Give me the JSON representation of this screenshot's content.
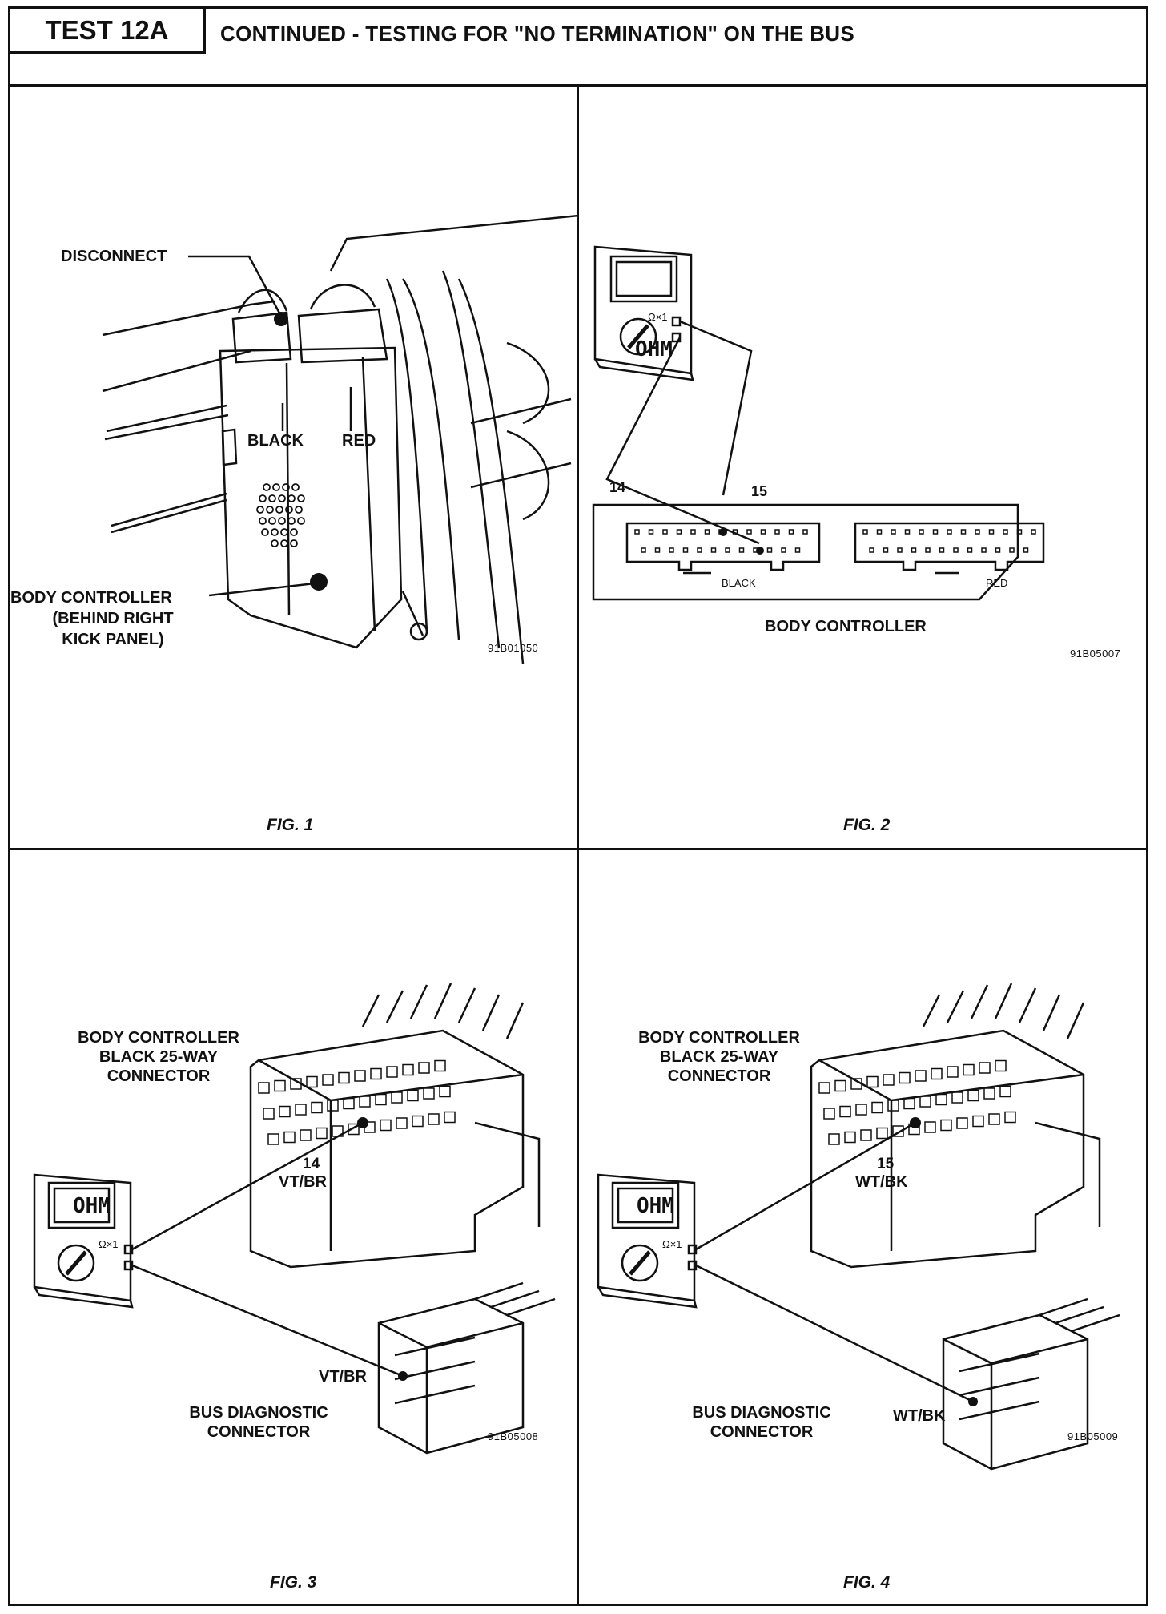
{
  "header": {
    "test_id": "TEST 12A",
    "title": "CONTINUED - TESTING FOR \"NO TERMINATION\" ON THE BUS"
  },
  "fig1": {
    "disconnect": "DISCONNECT",
    "black": "BLACK",
    "red": "RED",
    "body_controller": "BODY CONTROLLER",
    "body_controller_note_1": "(BEHIND RIGHT",
    "body_controller_note_2": "KICK PANEL)",
    "code": "91B01050",
    "caption": "FIG. 1"
  },
  "fig2": {
    "meter_display": "OHM",
    "meter_range": "Ω×1",
    "pin_14": "14",
    "pin_15": "15",
    "black": "BLACK",
    "red": "RED",
    "body_controller": "BODY CONTROLLER",
    "code": "91B05007",
    "caption": "FIG. 2"
  },
  "fig3": {
    "connector_label_1": "BODY CONTROLLER",
    "connector_label_2": "BLACK 25-WAY",
    "connector_label_3": "CONNECTOR",
    "meter_display": "OHM",
    "meter_range": "Ω×1",
    "pin": "14",
    "wire": "VT/BR",
    "wire_diag": "VT/BR",
    "bus_label_1": "BUS DIAGNOSTIC",
    "bus_label_2": "CONNECTOR",
    "code": "91B05008",
    "caption": "FIG. 3"
  },
  "fig4": {
    "connector_label_1": "BODY CONTROLLER",
    "connector_label_2": "BLACK 25-WAY",
    "connector_label_3": "CONNECTOR",
    "meter_display": "OHM",
    "meter_range": "Ω×1",
    "pin": "15",
    "wire": "WT/BK",
    "wire_diag": "WT/BK",
    "bus_label_1": "BUS DIAGNOSTIC",
    "bus_label_2": "CONNECTOR",
    "code": "91B05009",
    "caption": "FIG. 4"
  }
}
